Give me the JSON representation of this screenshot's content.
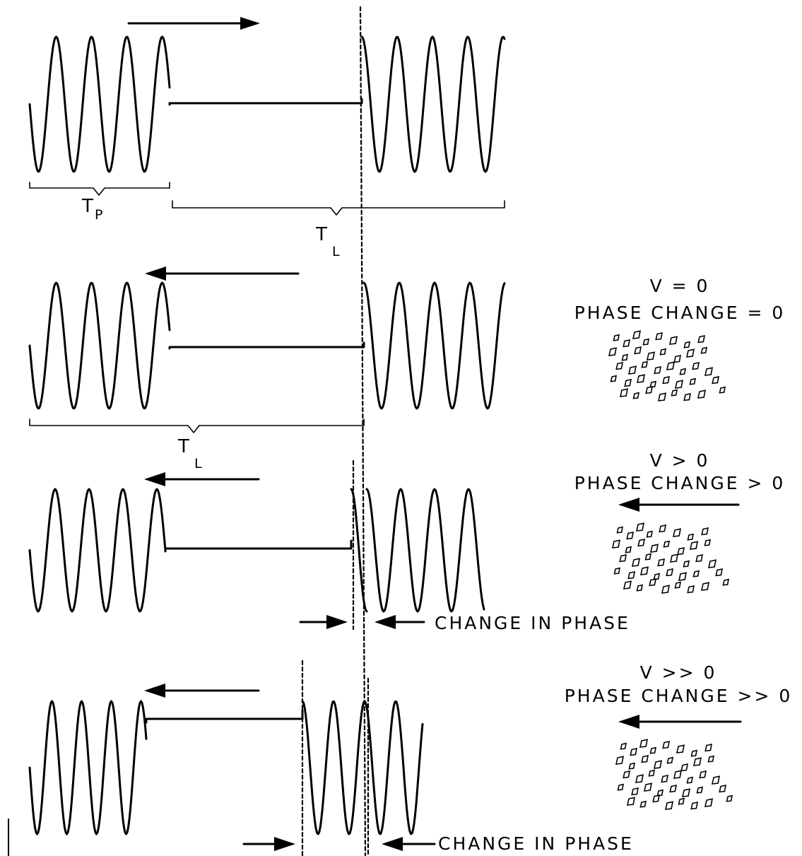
{
  "labels": {
    "tp_main": "T",
    "tp_sub": "P",
    "tl_main": "T",
    "tl_sub": "L",
    "change_in_phase": "CHANGE  IN  PHASE"
  },
  "velocity_states": [
    {
      "velocity": "V  =  0",
      "phase": "PHASE  CHANGE  =  0"
    },
    {
      "velocity": "V  >  0",
      "phase": "PHASE  CHANGE  >  0"
    },
    {
      "velocity": "V  >>  0",
      "phase": "PHASE  CHANGE  >>  0"
    }
  ]
}
